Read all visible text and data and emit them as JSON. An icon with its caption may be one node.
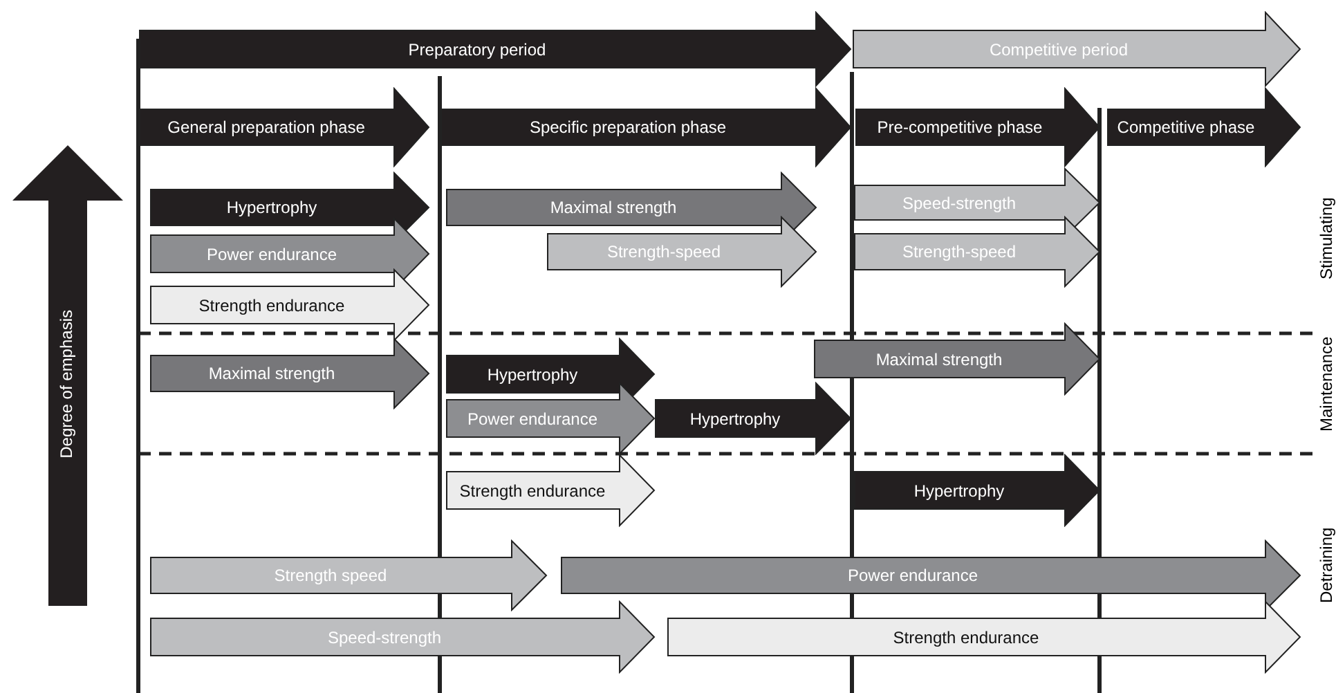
{
  "diagram": {
    "nodes": [
      {
        "text": [
          "Preparatory period"
        ]
      },
      {
        "text": [
          "Competitive period"
        ]
      },
      {
        "text": [
          "General preparation phase"
        ]
      },
      {
        "text": [
          "Specific preparation phase"
        ]
      },
      {
        "text": [
          "Pre-competitive phase"
        ]
      },
      {
        "text": [
          "Competitive phase"
        ]
      },
      {
        "text": [
          "Hypertrophy"
        ]
      },
      {
        "text": [
          "Maximal strength"
        ]
      },
      {
        "text": [
          "Speed-strength"
        ]
      },
      {
        "text": [
          "Power endurance"
        ]
      },
      {
        "text": [
          "Strength-speed"
        ]
      },
      {
        "text": [
          "Strength-speed"
        ]
      },
      {
        "text": [
          "Strength endurance"
        ]
      },
      {
        "text": [
          "Maximal strength"
        ]
      },
      {
        "text": [
          "Hypertrophy"
        ]
      },
      {
        "text": [
          "Maximal strength"
        ]
      },
      {
        "text": [
          "Power endurance"
        ]
      },
      {
        "text": [
          "Hypertrophy"
        ]
      },
      {
        "text": [
          "Strength endurance"
        ]
      },
      {
        "text": [
          "Hypertrophy"
        ]
      },
      {
        "text": [
          "Strength speed"
        ]
      },
      {
        "text": [
          "Power endurance"
        ]
      },
      {
        "text": [
          "Speed-strength"
        ]
      },
      {
        "text": [
          "Strength endurance"
        ]
      },
      {
        "text": [
          "Degree of emphasis"
        ]
      }
    ],
    "labels": [
      "Stimulating",
      "Maintenance",
      "Detraining"
    ]
  }
}
